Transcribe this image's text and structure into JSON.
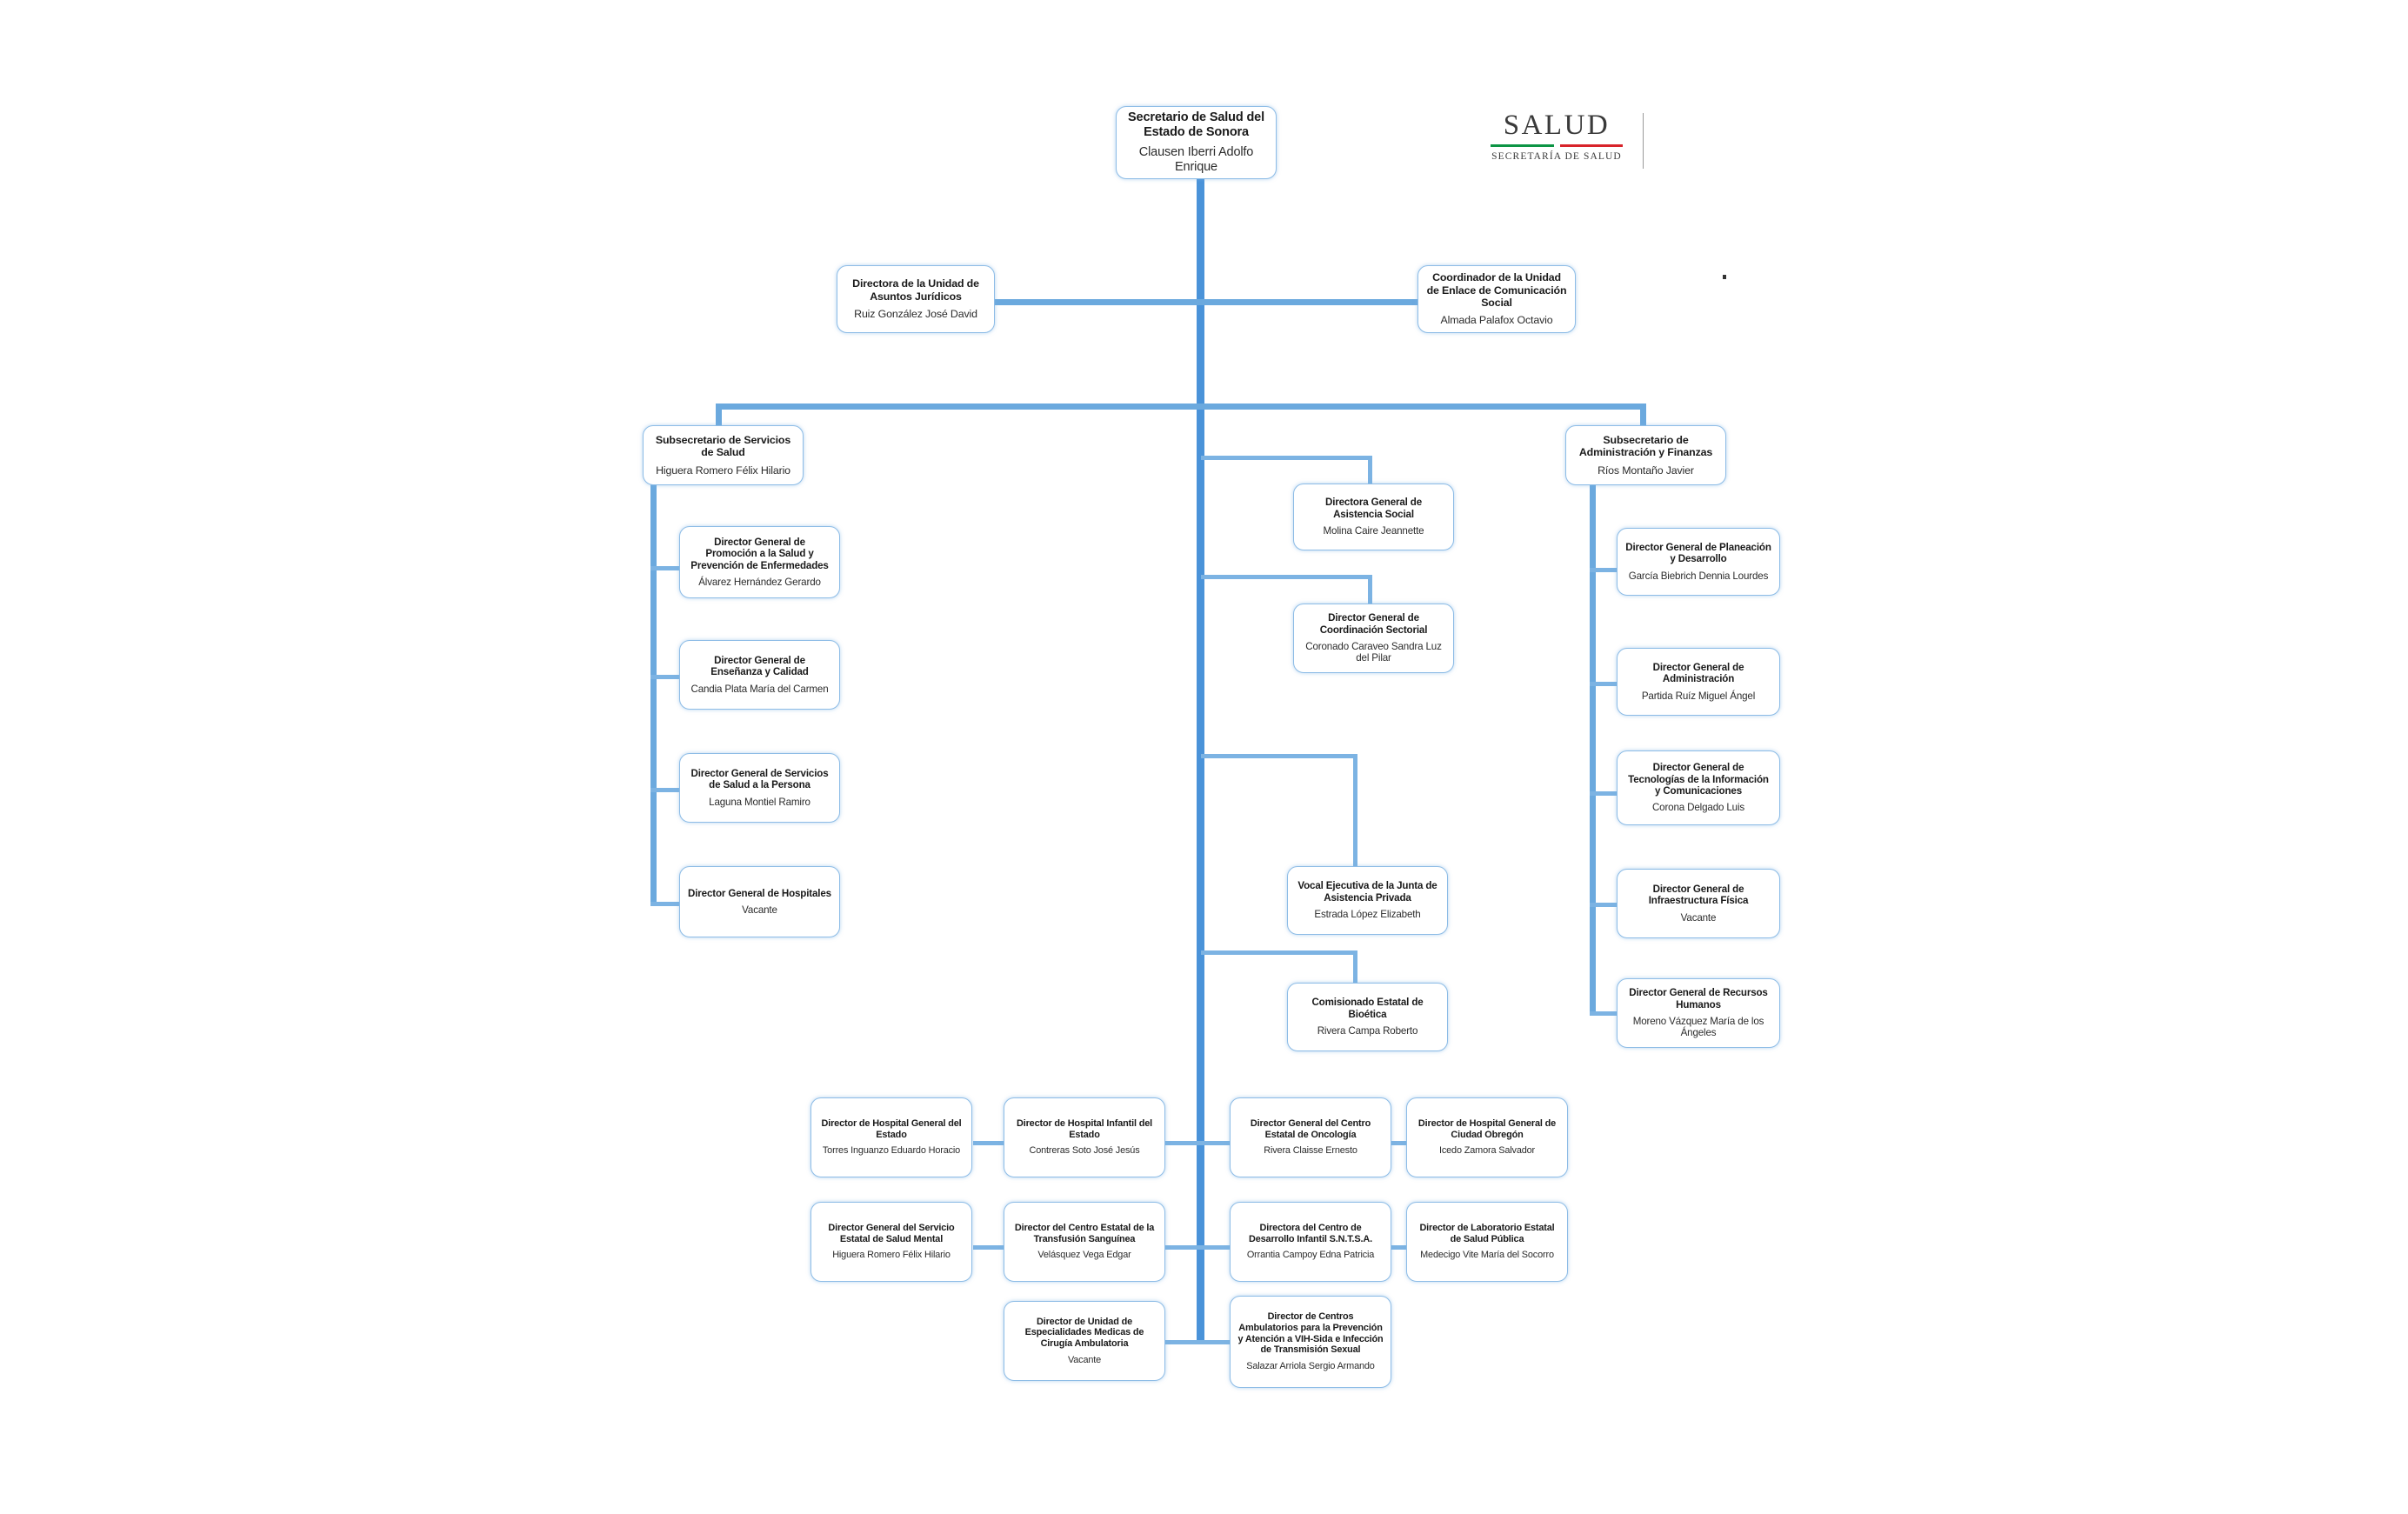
{
  "document": {
    "type": "organizational-chart",
    "organization": "Secretaría de Salud del Estado de Sonora"
  },
  "logo": {
    "word": "SALUD",
    "subtitle": "SECRETARÍA DE SALUD",
    "green": "#0C9444",
    "red": "#D8232A"
  },
  "theme": {
    "line_color": "#5B9BD5",
    "box_border": "#8DBCE6",
    "background": "#FFFFFF"
  },
  "nodes": {
    "secretario": {
      "title": "Secretario de Salud del Estado de Sonora",
      "person": "Clausen Iberri Adolfo Enrique"
    },
    "asuntos_juridicos": {
      "title": "Directora de la Unidad de Asuntos Jurídicos",
      "person": "Ruiz González José David"
    },
    "comunicacion_social": {
      "title": "Coordinador de la Unidad de Enlace de Comunicación Social",
      "person": "Almada Palafox Octavio"
    },
    "subsecretario_servicios": {
      "title": "Subsecretario de Servicios de Salud",
      "person": "Higuera Romero Félix Hilario"
    },
    "subsecretario_administracion": {
      "title": "Subsecretario de Administración y Finanzas",
      "person": "Ríos Montaño Javier"
    },
    "promocion_salud": {
      "title": "Director General de Promoción a la Salud y Prevención de Enfermedades",
      "person": "Álvarez Hernández Gerardo"
    },
    "ensenanza_calidad": {
      "title": "Director General de Enseñanza y Calidad",
      "person": "Candia Plata María del Carmen"
    },
    "servicios_persona": {
      "title": "Director General de Servicios de Salud a la Persona",
      "person": "Laguna Montiel Ramiro"
    },
    "hospitales": {
      "title": "Director General de Hospitales",
      "person": "Vacante"
    },
    "asistencia_social": {
      "title": "Directora General de Asistencia Social",
      "person": "Molina Caire Jeannette"
    },
    "coordinacion_sectorial": {
      "title": "Director General de Coordinación Sectorial",
      "person": "Coronado Caraveo Sandra Luz del Pilar"
    },
    "junta_asistencia_privada": {
      "title": "Vocal Ejecutiva de la Junta de Asistencia Privada",
      "person": "Estrada López Elizabeth"
    },
    "bioetica": {
      "title": "Comisionado Estatal de Bioética",
      "person": "Rivera Campa Roberto"
    },
    "planeacion_desarrollo": {
      "title": "Director General de Planeación y  Desarrollo",
      "person": "García Biebrich Dennia Lourdes"
    },
    "administracion": {
      "title": "Director General de Administración",
      "person": "Partida Ruíz Miguel Ángel"
    },
    "tecnologias_informacion": {
      "title": "Director General de Tecnologías de la Información y Comunicaciones",
      "person": "Corona Delgado Luis"
    },
    "infraestructura_fisica": {
      "title": "Director General de Infraestructura Física",
      "person": "Vacante"
    },
    "recursos_humanos": {
      "title": "Director General de Recursos Humanos",
      "person": "Moreno Vázquez María de los Ángeles"
    },
    "hospital_general_estado": {
      "title": "Director de Hospital General del Estado",
      "person": "Torres Inguanzo Eduardo Horacio"
    },
    "hospital_infantil_estado": {
      "title": "Director de Hospital Infantil del Estado",
      "person": "Contreras Soto José Jesús"
    },
    "centro_oncologia": {
      "title": "Director General del Centro Estatal de Oncología",
      "person": "Rivera Claisse Ernesto"
    },
    "hospital_ciudad_obregon": {
      "title": "Director de Hospital General de Ciudad Obregón",
      "person": "Icedo Zamora Salvador"
    },
    "salud_mental": {
      "title": "Director General del Servicio Estatal de Salud Mental",
      "person": "Higuera Romero Félix Hilario"
    },
    "transfusion_sanguinea": {
      "title": "Director del Centro Estatal de la Transfusión Sanguínea",
      "person": "Velásquez Vega Edgar"
    },
    "desarrollo_infantil": {
      "title": "Directora del Centro de Desarrollo Infantil S.N.T.S.A.",
      "person": "Orrantia Campoy Edna Patricia"
    },
    "laboratorio_salud_publica": {
      "title": "Director de Laboratorio Estatal de Salud Pública",
      "person": "Medecigo Vite María del Socorro"
    },
    "cirugia_ambulatoria": {
      "title": "Director de Unidad de Especialidades Medicas de Cirugía Ambulatoria",
      "person": "Vacante"
    },
    "centros_ambulatorios_vih": {
      "title": "Director de Centros Ambulatorios para la Prevención y Atención a VIH-Sida e Infección de Transmisión Sexual",
      "person": "Salazar Arriola Sergio Armando"
    }
  }
}
